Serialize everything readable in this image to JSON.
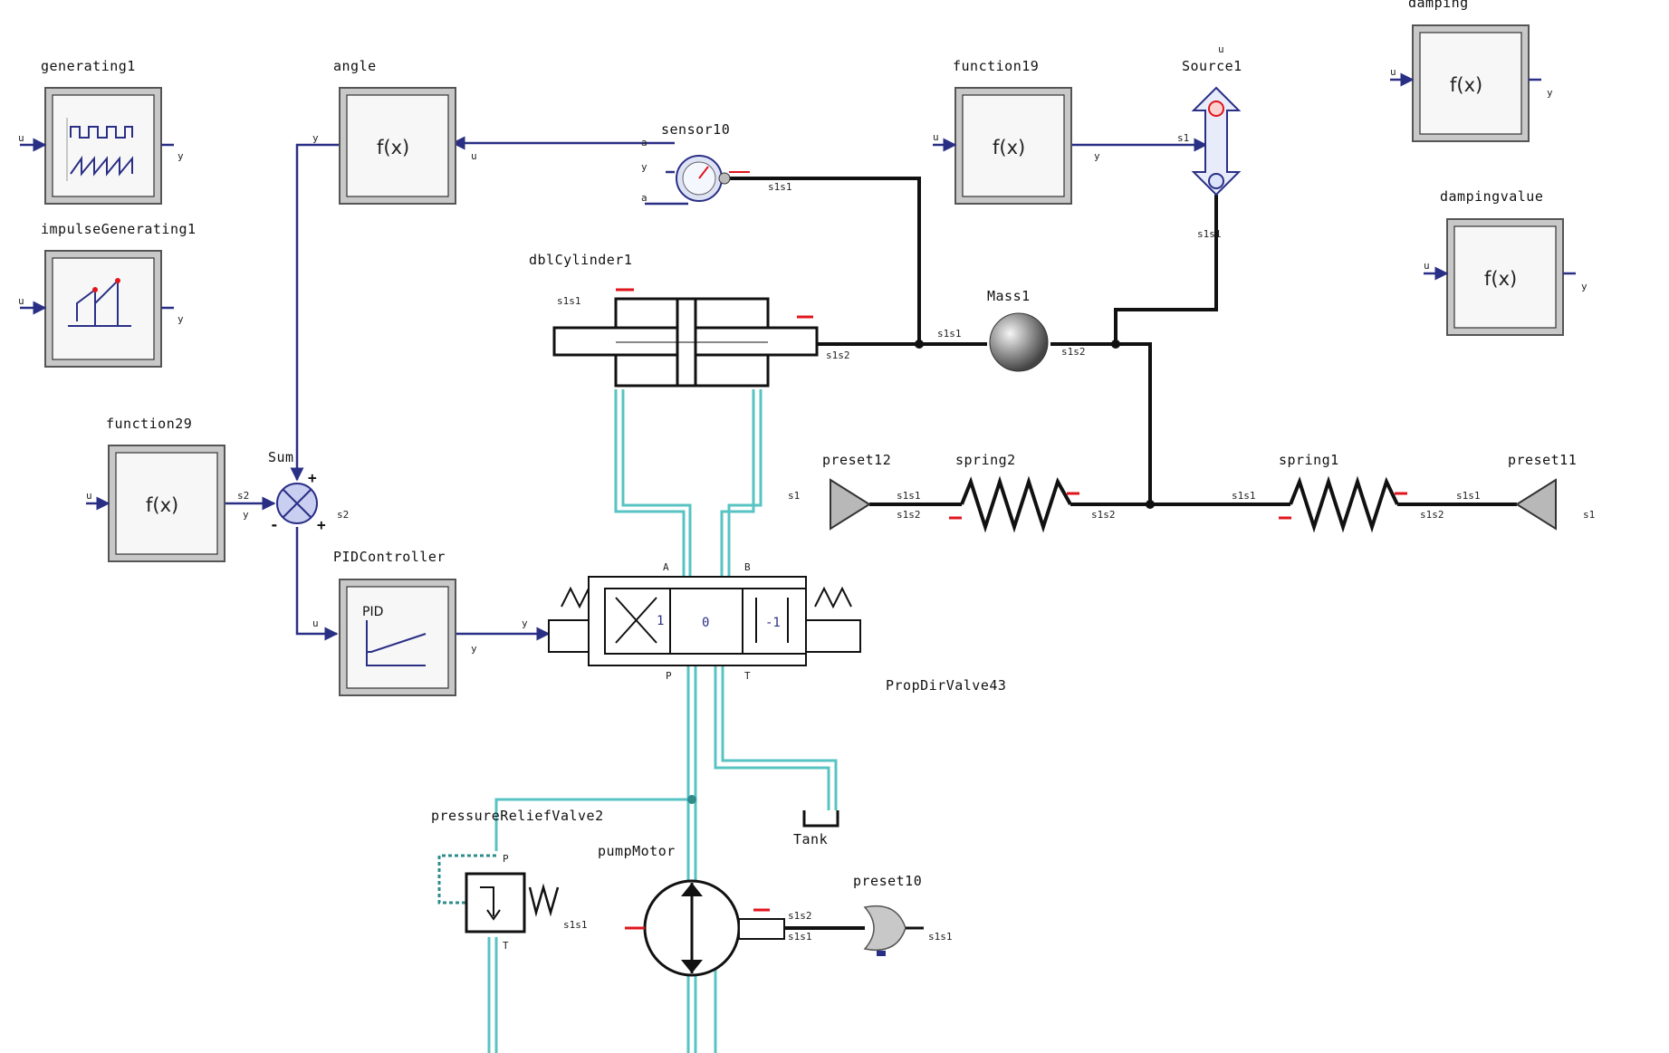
{
  "blocks": {
    "generating1": "generating1",
    "impulseGenerating1": "impulseGenerating1",
    "angle": "angle",
    "function19": "function19",
    "function29": "function29",
    "damping": "damping",
    "dampingvalue": "dampingvalue",
    "pid_controller": "PIDController",
    "sum": "Sum",
    "sensor10": "sensor10",
    "source1": "Source1",
    "dblCylinder1": "dblCylinder1",
    "mass1": "Mass1",
    "spring1": "spring1",
    "spring2": "spring2",
    "preset11": "preset11",
    "preset12": "preset12",
    "preset10": "preset10",
    "valve": "PropDirValve43",
    "tank": "Tank",
    "relief": "pressureReliefValve2",
    "pump": "pumpMotor"
  },
  "glyphs": {
    "fx": "f(x)",
    "pid": "PID",
    "port_u": "u",
    "port_y": "y",
    "port_a": "a",
    "port_b": "b",
    "port_p": "P",
    "port_t": "T",
    "port_ab": "A",
    "port_bb": "B",
    "s1": "s1",
    "s2": "s2",
    "s1s1": "s1s1",
    "s1s2": "s1s2",
    "plus": "+",
    "minus": "-",
    "zero": "0",
    "one": "1",
    "minus_one": "-1"
  },
  "colors": {
    "signal": "#2a2f86",
    "hydraulic": "#58c3c3",
    "mechanical": "#111111",
    "marker": "#e0151c"
  }
}
